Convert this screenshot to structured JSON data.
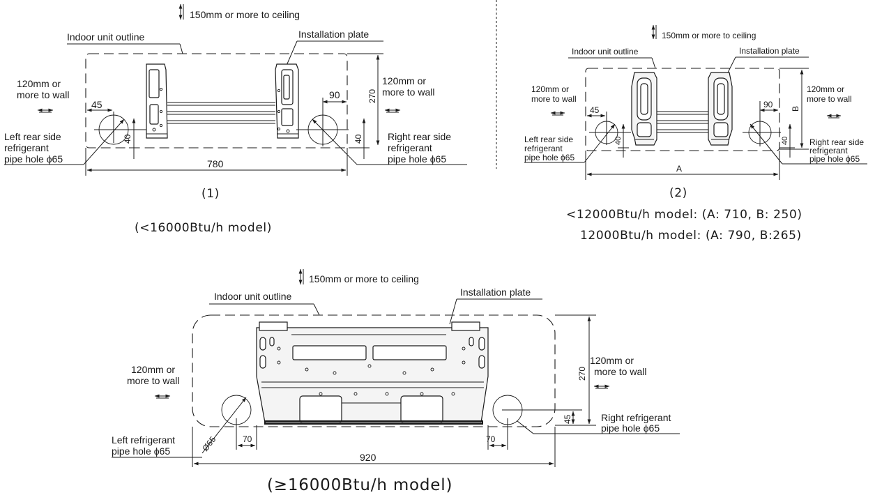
{
  "diagram1": {
    "ceiling": "150mm or more to ceiling",
    "outline": "Indoor unit outline",
    "plate": "Installation plate",
    "wall_left": [
      "120mm or",
      "more to wall"
    ],
    "wall_right": [
      "120mm or",
      "more to wall"
    ],
    "dim_45": "45",
    "dim_90": "90",
    "dim_270": "270",
    "dim_40_left": "40",
    "dim_40_right": "40",
    "dim_780": "780",
    "left_hole": [
      "Left rear side",
      "refrigerant",
      "pipe hole  ϕ65"
    ],
    "right_hole": [
      "Right rear side",
      "refrigerant",
      "pipe hole  ϕ65"
    ],
    "number": "(1)",
    "caption": "(<16000Btu/h model)"
  },
  "diagram2": {
    "ceiling": "150mm or more to ceiling",
    "outline": "Indoor unit outline",
    "plate": "Installation plate",
    "wall_left": [
      "120mm or",
      "more to wall"
    ],
    "wall_right": [
      "120mm or",
      "more to wall"
    ],
    "dim_45": "45",
    "dim_90": "90",
    "dim_B": "B",
    "dim_A": "A",
    "dim_40_left": "40",
    "dim_40_right": "40",
    "left_hole": [
      "Left rear side",
      "refrigerant",
      "pipe hole  ϕ65"
    ],
    "right_hole": [
      "Right rear side",
      "refrigerant",
      "pipe hole  ϕ65"
    ],
    "number": "(2)",
    "note1": "<12000Btu/h model: (A: 710, B: 250)",
    "note2": "12000Btu/h model: (A: 790, B:265)"
  },
  "diagram3": {
    "ceiling": "150mm or more to ceiling",
    "outline": "Indoor unit outline",
    "plate": "Installation plate",
    "wall_left": [
      "120mm or",
      "more to wall"
    ],
    "wall_right": [
      "120mm or",
      "more to wall"
    ],
    "dim_270": "270",
    "dim_45": "45",
    "dim_70_left": "70",
    "dim_70_right": "70",
    "dim_920": "920",
    "dim_phi": "Ø65",
    "left_hole": [
      "Left refrigerant",
      "pipe hole  ϕ65"
    ],
    "right_hole": [
      "Right refrigerant",
      "pipe hole  ϕ65"
    ],
    "caption": "(≥16000Btu/h model)"
  }
}
